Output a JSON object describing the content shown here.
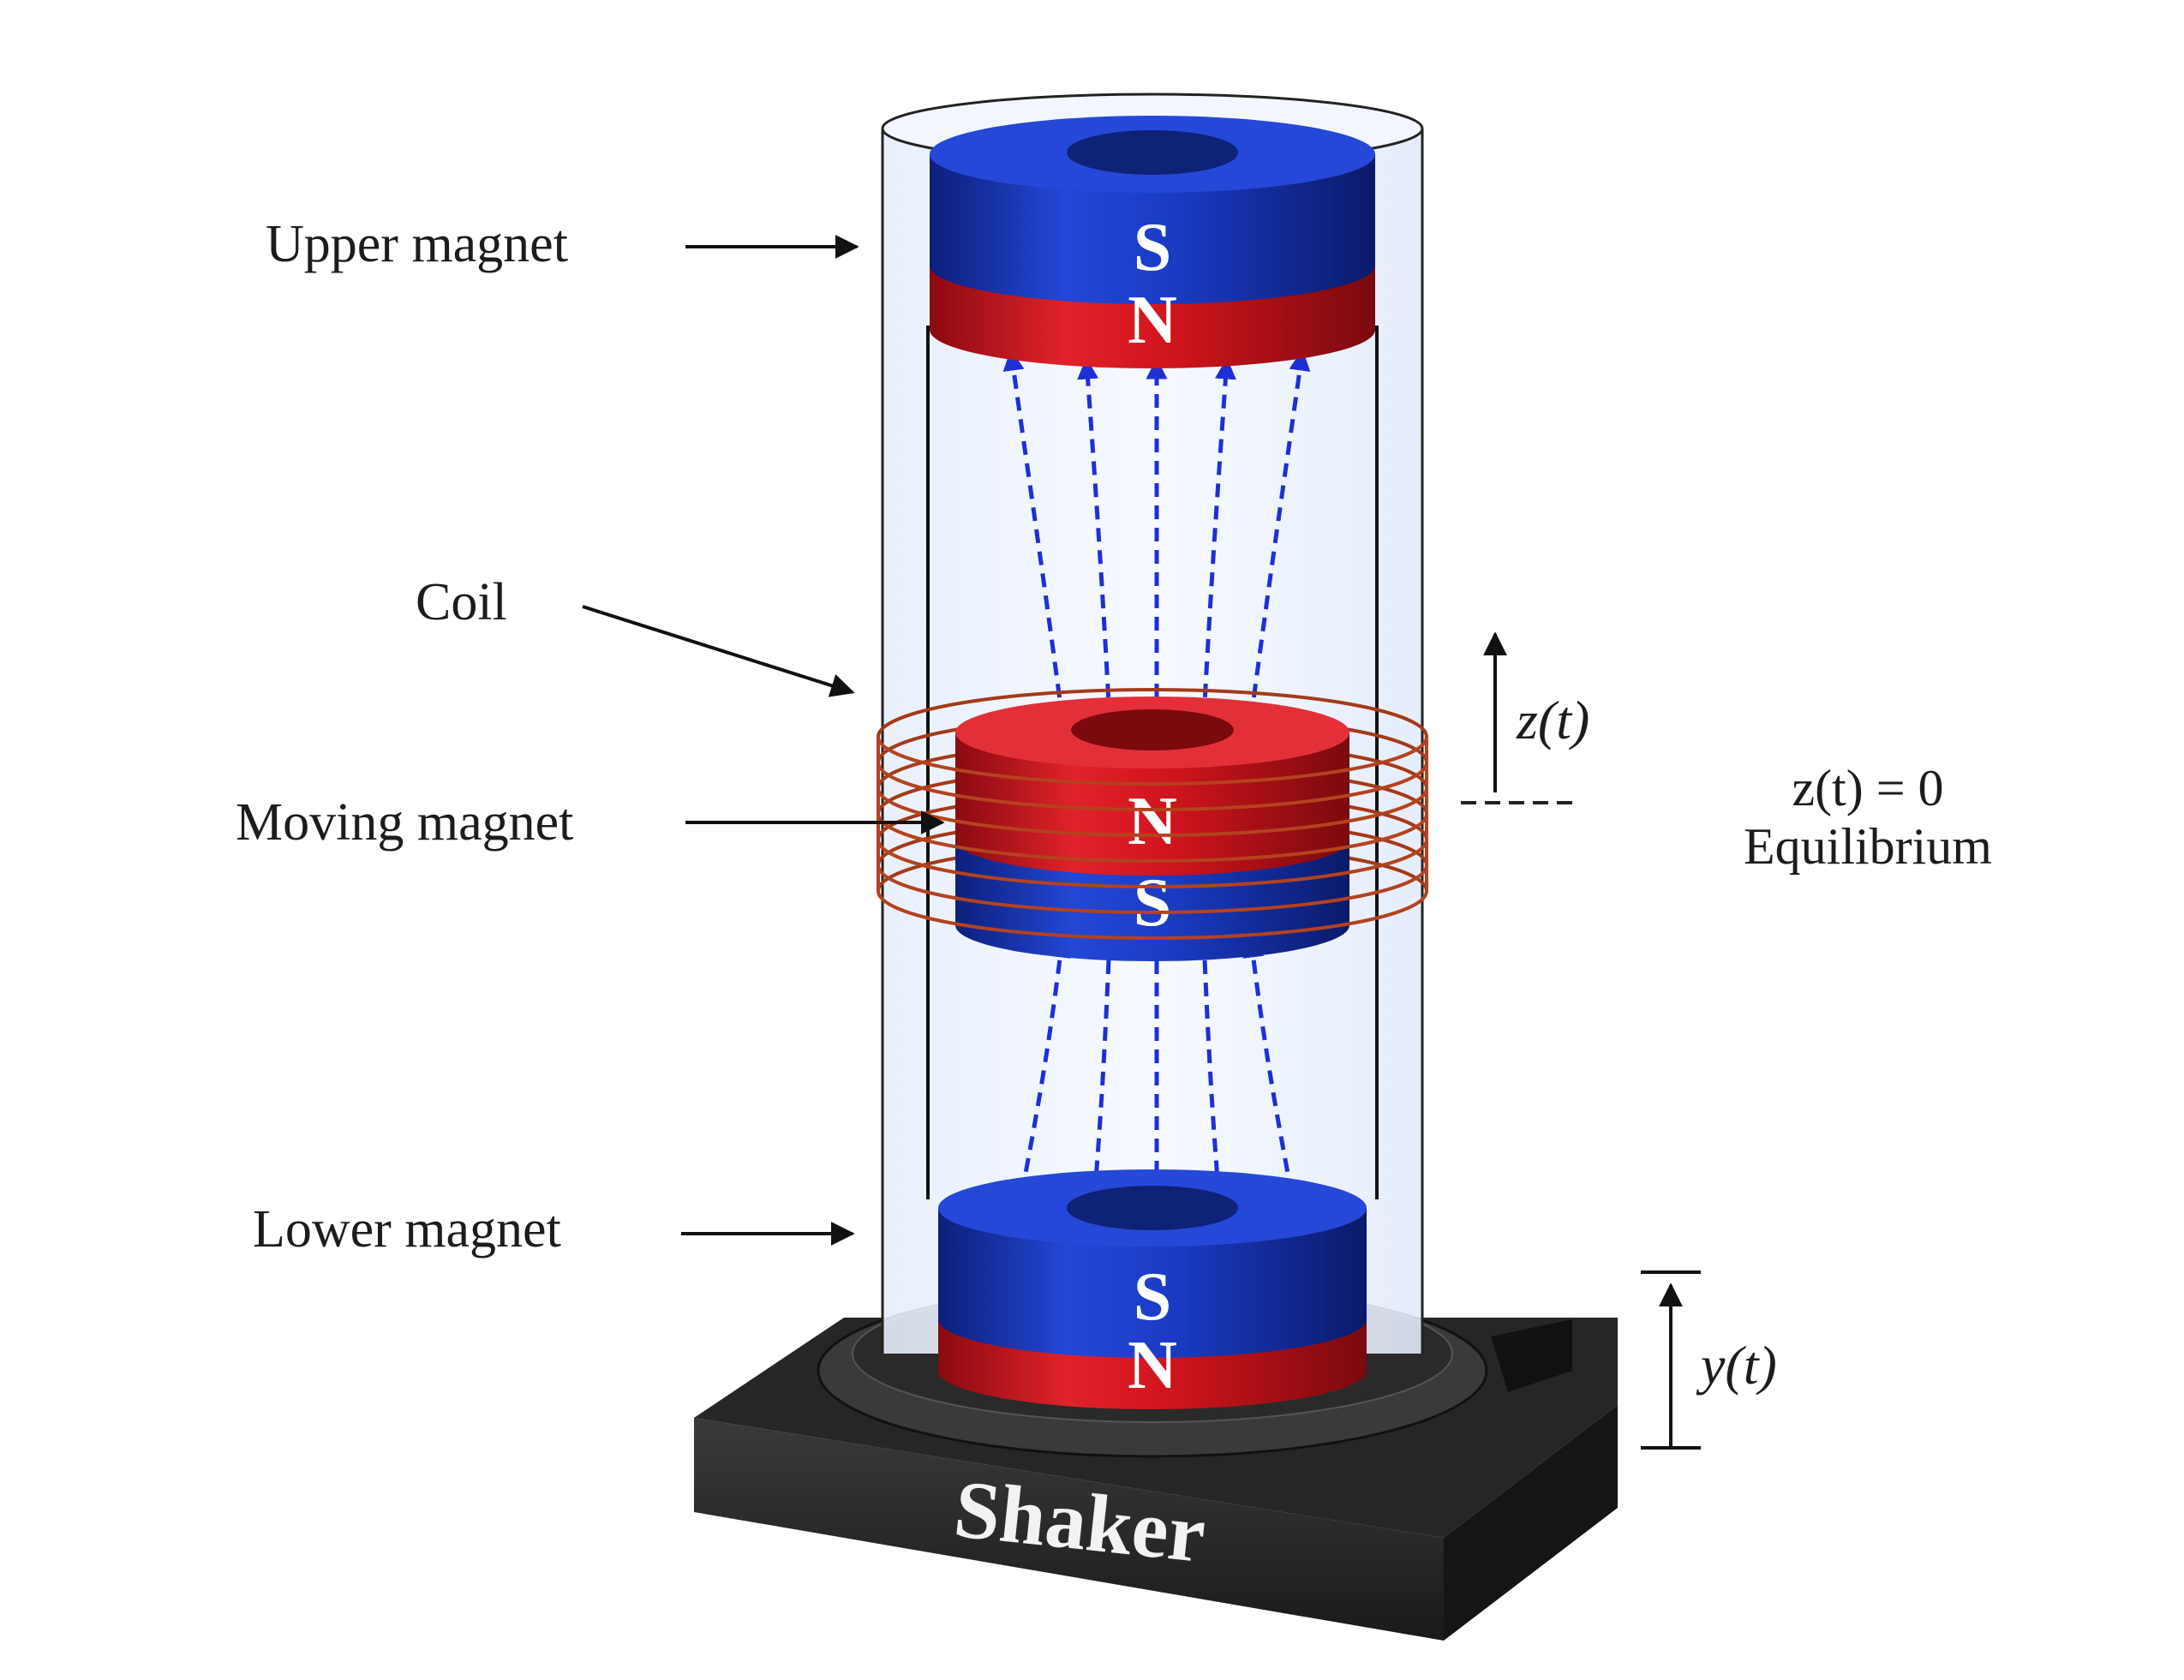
{
  "labels": {
    "upper_magnet": "Upper magnet",
    "coil": "Coil",
    "moving_magnet": "Moving magnet",
    "lower_magnet": "Lower magnet",
    "shaker": "Shaker"
  },
  "poles": {
    "upper_top": "S",
    "upper_bottom": "N",
    "moving_top": "N",
    "moving_bottom": "S",
    "lower_top": "S",
    "lower_bottom": "N"
  },
  "displacements": {
    "z": "z(t)",
    "equilibrium_eq": "z(t) = 0",
    "equilibrium_label": "Equilibrium",
    "y": "y(t)"
  },
  "colors": {
    "north_pole": "#d0141c",
    "south_pole": "#1434b8",
    "field_lines": "#1f2fd6",
    "coil": "#a33a1a",
    "shaker_body": "#2e2e2e"
  }
}
